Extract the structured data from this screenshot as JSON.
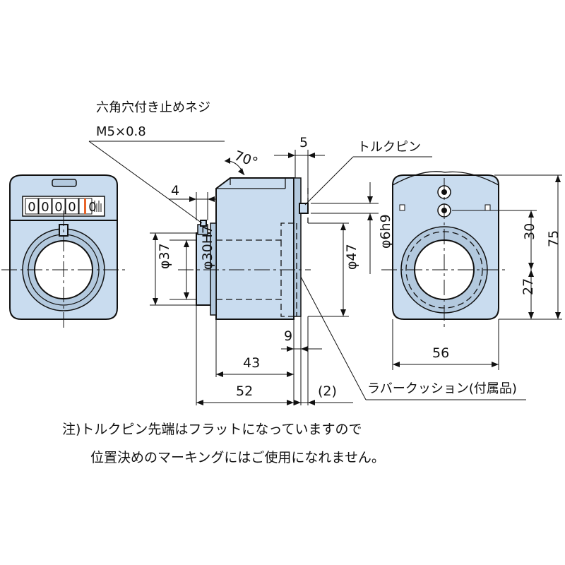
{
  "labels": {
    "set_screw_name": "六角穴付き止めネジ",
    "set_screw_size": "M5×0.8",
    "angle": "70°",
    "torque_pin": "トルクピン",
    "rubber_cushion": "ラバークッション(付属品)"
  },
  "dimensions": {
    "d4": "4",
    "d5": "5",
    "d9": "9",
    "d43": "43",
    "d52": "52",
    "d2": "(2)",
    "d56": "56",
    "d30": "30",
    "d27": "27",
    "d75": "75",
    "phi37": "φ37",
    "phi30": "φ30H7",
    "phi47": "φ47",
    "phi6": "φ6h9"
  },
  "counter_digits": [
    "0",
    "0",
    "0",
    "0",
    "0"
  ],
  "note": {
    "line1": "注)トルクピン先端はフラットになっていますので",
    "line2": "位置決めのマーキングにはご使用になれません。"
  },
  "colors": {
    "body": "#c9dcef",
    "accent_orange": "#e8642a"
  }
}
